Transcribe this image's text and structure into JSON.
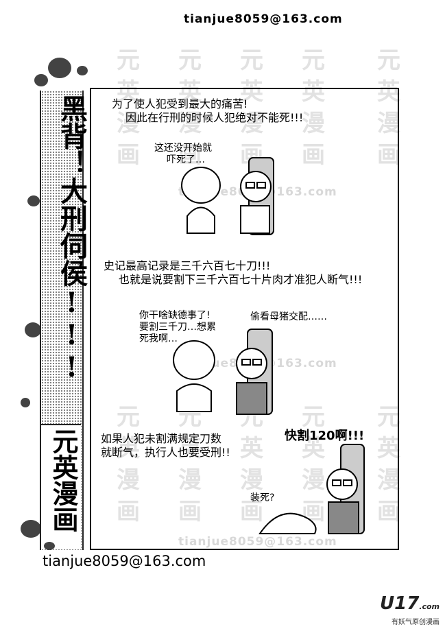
{
  "header": {
    "email": "tianjue8059@163.com"
  },
  "footer": {
    "email": "tianjue8059@163.com",
    "logo_mark": "U17",
    "logo_domain": ".com",
    "logo_tagline": "有妖气原创漫画"
  },
  "spine": {
    "title": "黑背！大刑伺侯!!!",
    "studio": "元英漫画"
  },
  "watermark": {
    "chars": [
      "元",
      "英",
      "漫",
      "画"
    ],
    "email": "tianjue8059@163.com"
  },
  "comic": {
    "caption_1": [
      "为了使人犯受到最大的痛苦!",
      "因此在行刑的时候人犯绝对不能死!!!"
    ],
    "bubble_1": [
      "这还没开始就",
      "吓死了…"
    ],
    "caption_2": [
      "史记最高记录是三千六百七十刀!!!",
      "也就是说要割下三千六百七十片肉才准犯人断气!!!"
    ],
    "bubble_2": [
      "你干啥缺德事了!",
      "要割三千刀…想累",
      "死我啊…"
    ],
    "bubble_3": [
      "偷看母猪交配……"
    ],
    "caption_3": [
      "如果人犯未割满规定刀数",
      "就断气，执行人也要受刑!!"
    ],
    "bubble_4": [
      "快割120啊!!!"
    ],
    "bubble_5": [
      "装死?"
    ]
  }
}
